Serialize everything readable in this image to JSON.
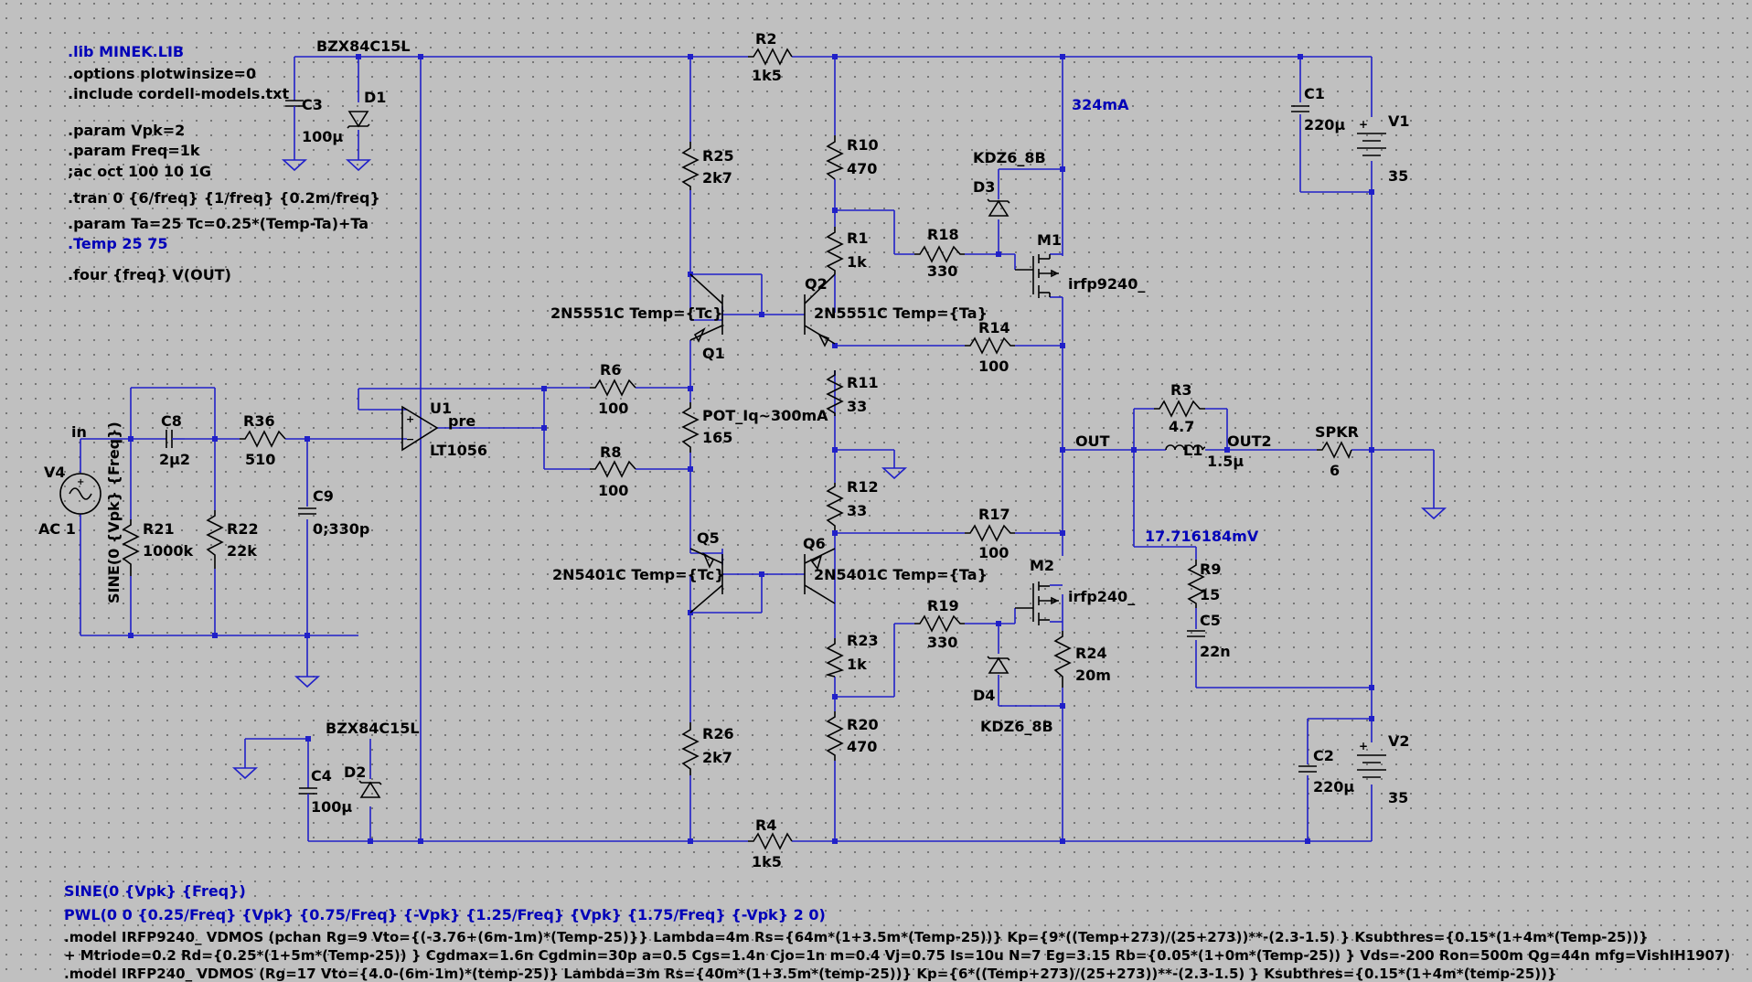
{
  "directives": {
    "lib": ".lib MINEK.LIB",
    "options": ".options plotwinsize=0",
    "include": ".include cordell-models.txt",
    "param_vpk": ".param Vpk=2",
    "param_freq": ".param Freq=1k",
    "ac": ";ac oct 100 10 1G",
    "tran": ".tran 0 {6/freq} {1/freq} {0.2m/freq}",
    "param_ta": ".param Ta=25 Tc=0.25*(Temp-Ta)+Ta",
    "temp": ".Temp 25 75",
    "four": ".four {freq} V(OUT)",
    "sine_note": "SINE(0 {Vpk} {Freq})",
    "pwl_note": "PWL(0 0 {0.25/Freq} {Vpk} {0.75/Freq} {-Vpk} {1.25/Freq} {Vpk} {1.75/Freq} {-Vpk} 2 0)",
    "model1": ".model IRFP9240_ VDMOS (pchan Rg=9 Vto={(-3.76+(6m-1m)*(Temp-25)}} Lambda=4m Rs={64m*(1+3.5m*(Temp-25))} Kp={9*((Temp+273)/(25+273))**-(2.3-1.5) } Ksubthres={0.15*(1+4m*(Temp-25))}",
    "model1_cont": "+ Mtriode=0.2 Rd={0.25*(1+5m*(Temp-25)) } Cgdmax=1.6n Cgdmin=30p a=0.5 Cgs=1.4n Cjo=1n m=0.4 Vj=0.75 Is=10u N=7 Eg=3.15 Rb={0.05*(1+0m*(Temp-25)) } Vds=-200 Ron=500m Qg=44n mfg=VishIH1907)",
    "model2": ".model IRFP240_ VDMOS (Rg=17 Vto={4.0-(6m-1m)*(temp-25)} Lambda=3m Rs={40m*(1+3.5m*(temp-25))} Kp={6*((Temp+273)/(25+273))**-(2.3-1.5) } Ksubthres={0.15*(1+4m*(temp-25))}"
  },
  "probes": {
    "current_m1": "324mA",
    "voltage_r9": "17.716184mV"
  },
  "nets": {
    "in": "in",
    "pre": "pre",
    "out": "OUT",
    "out2": "OUT2"
  },
  "components": {
    "V4": {
      "ref": "V4",
      "type": "AC 1",
      "value": "SINE(0 {Vpk} {Freq})"
    },
    "C8": {
      "ref": "C8",
      "value": "2µ2"
    },
    "R36": {
      "ref": "R36",
      "value": "510"
    },
    "C9": {
      "ref": "C9",
      "value": "0;330p"
    },
    "R21": {
      "ref": "R21",
      "value": "1000k"
    },
    "R22": {
      "ref": "R22",
      "value": "22k"
    },
    "U1": {
      "ref": "U1",
      "value": "LT1056"
    },
    "C3": {
      "ref": "C3",
      "value": "100µ"
    },
    "D1": {
      "ref": "D1",
      "value": "BZX84C15L"
    },
    "C4": {
      "ref": "C4",
      "value": "100µ"
    },
    "D2": {
      "ref": "D2",
      "value": "BZX84C15L"
    },
    "R2": {
      "ref": "R2",
      "value": "1k5"
    },
    "R4": {
      "ref": "R4",
      "value": "1k5"
    },
    "R25": {
      "ref": "R25",
      "value": "2k7"
    },
    "R26": {
      "ref": "R26",
      "value": "2k7"
    },
    "R6": {
      "ref": "R6",
      "value": "100"
    },
    "R8": {
      "ref": "R8",
      "value": "100"
    },
    "POT": {
      "ref": "POT_Iq~300mA",
      "value": "165"
    },
    "Q1": {
      "ref": "Q1",
      "value": "2N5551C Temp={Tc}"
    },
    "Q2": {
      "ref": "Q2",
      "value": "2N5551C Temp={Ta}"
    },
    "Q5": {
      "ref": "Q5",
      "value": "2N5401C Temp={Tc}"
    },
    "Q6": {
      "ref": "Q6",
      "value": "2N5401C Temp={Ta}"
    },
    "R10": {
      "ref": "R10",
      "value": "470"
    },
    "R1": {
      "ref": "R1",
      "value": "1k"
    },
    "R11": {
      "ref": "R11",
      "value": "33"
    },
    "R12": {
      "ref": "R12",
      "value": "33"
    },
    "R23": {
      "ref": "R23",
      "value": "1k"
    },
    "R20": {
      "ref": "R20",
      "value": "470"
    },
    "R18": {
      "ref": "R18",
      "value": "330"
    },
    "R19": {
      "ref": "R19",
      "value": "330"
    },
    "R14": {
      "ref": "R14",
      "value": "100"
    },
    "R17": {
      "ref": "R17",
      "value": "100"
    },
    "D3": {
      "ref": "D3",
      "value": "KDZ6_8B"
    },
    "D4": {
      "ref": "D4",
      "value": "KDZ6_8B"
    },
    "M1": {
      "ref": "M1",
      "value": "irfp9240_"
    },
    "M2": {
      "ref": "M2",
      "value": "irfp240_"
    },
    "R24": {
      "ref": "R24",
      "value": "20m"
    },
    "R3": {
      "ref": "R3",
      "value": "4.7"
    },
    "L1": {
      "ref": "L1",
      "value": "1.5µ"
    },
    "SPKR": {
      "ref": "SPKR",
      "value": "6"
    },
    "R9": {
      "ref": "R9",
      "value": "15"
    },
    "C5": {
      "ref": "C5",
      "value": "22n"
    },
    "C1": {
      "ref": "C1",
      "value": "220µ"
    },
    "V1": {
      "ref": "V1",
      "value": "35"
    },
    "C2": {
      "ref": "C2",
      "value": "220µ"
    },
    "V2": {
      "ref": "V2",
      "value": "35"
    }
  }
}
